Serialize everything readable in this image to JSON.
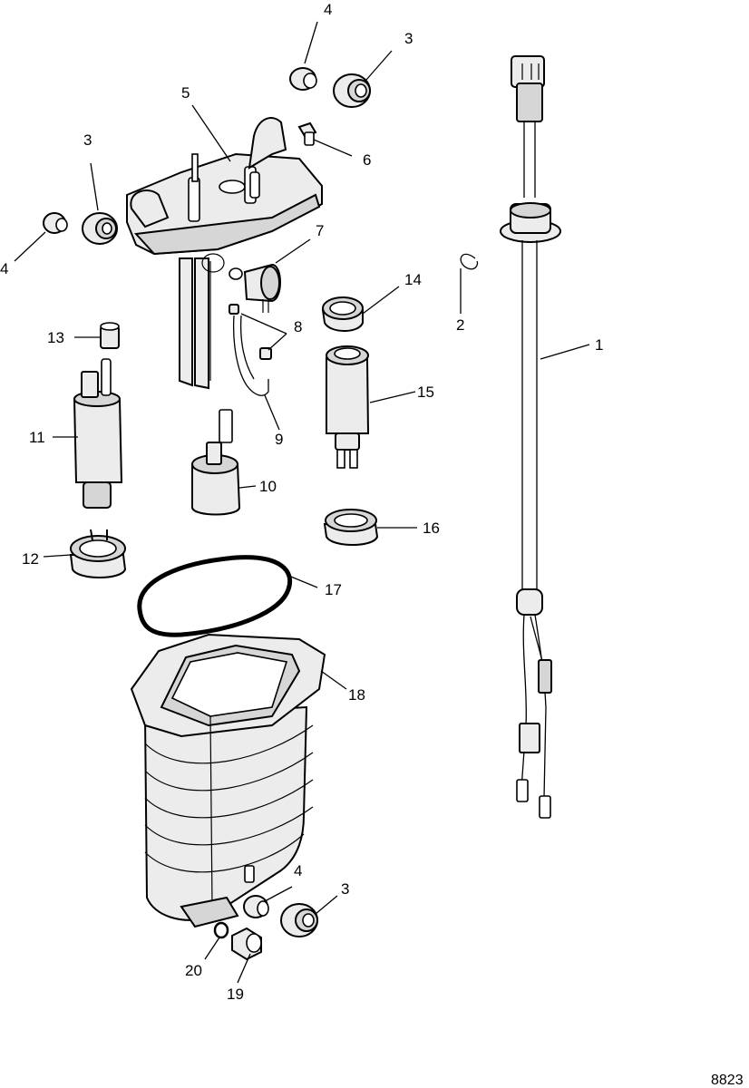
{
  "figure_id": "8823",
  "callouts": {
    "c1": "1",
    "c2": "2",
    "c3a": "3",
    "c3b": "3",
    "c3c": "3",
    "c4a": "4",
    "c4b": "4",
    "c4c": "4",
    "c5": "5",
    "c6": "6",
    "c7": "7",
    "c8": "8",
    "c9": "9",
    "c10": "10",
    "c11": "11",
    "c12": "12",
    "c13": "13",
    "c14": "14",
    "c15": "15",
    "c16": "16",
    "c17": "17",
    "c18": "18",
    "c19": "19",
    "c20": "20"
  }
}
